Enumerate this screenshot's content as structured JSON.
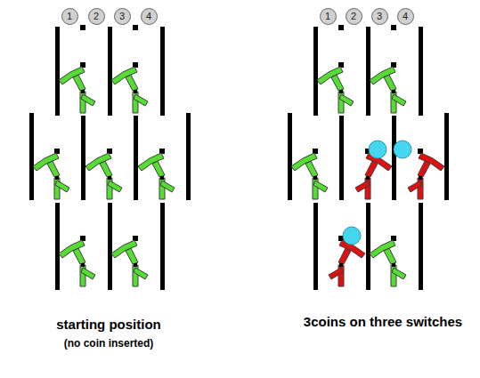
{
  "diagram": {
    "nodes": [
      {
        "text": [
          "1"
        ]
      },
      {
        "text": [
          "2"
        ]
      },
      {
        "text": [
          "3"
        ]
      },
      {
        "text": [
          "4"
        ]
      },
      {
        "text": [
          "1"
        ]
      },
      {
        "text": [
          "2"
        ]
      },
      {
        "text": [
          "3"
        ]
      },
      {
        "text": [
          "4"
        ]
      }
    ],
    "labels": [
      "starting position",
      "(no coin inserted)",
      "3coins on three switches"
    ]
  }
}
